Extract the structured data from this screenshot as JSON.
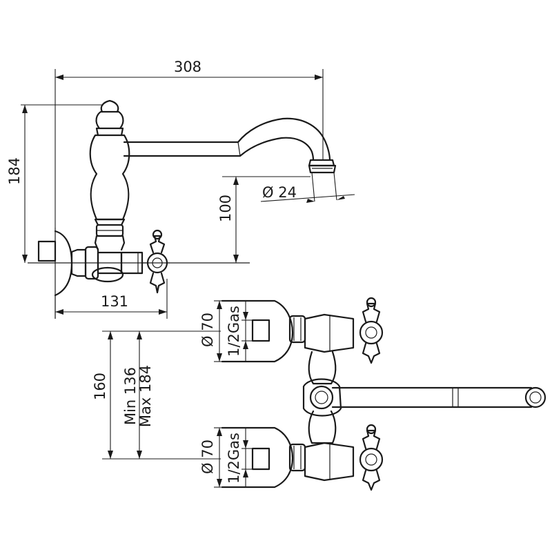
{
  "dimensions": {
    "width_overall": "308",
    "height_overall": "184",
    "spout_height": "100",
    "spout_diameter": "Ø 24",
    "projection": "131",
    "centre_distance": "160",
    "adjust_min": "Min 136",
    "adjust_max": "Max 184",
    "inlet_top_diameter": "Ø 70",
    "inlet_top_thread": "1/2Gas",
    "inlet_bottom_diameter": "Ø 70",
    "inlet_bottom_thread": "1/2Gas"
  }
}
